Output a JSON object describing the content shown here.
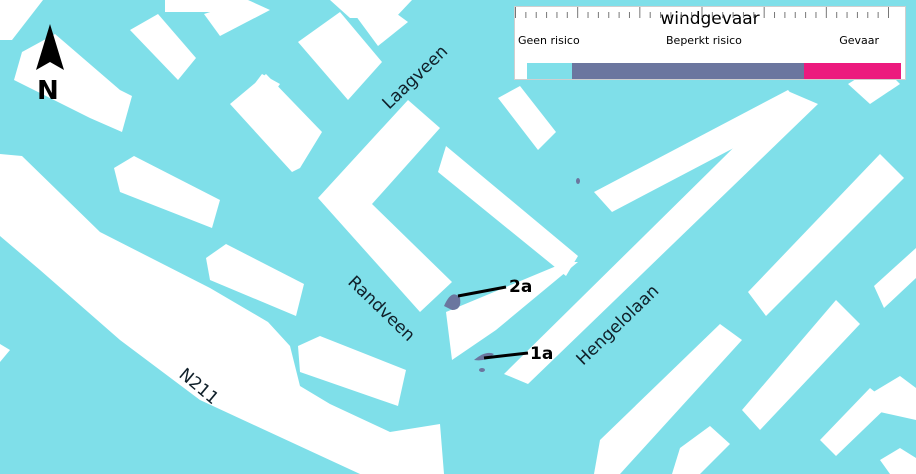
{
  "map": {
    "colors": {
      "water": "#7fdfe9",
      "building": "#ffffff",
      "risk_limited": "#6b769f",
      "marker_line": "#000000"
    },
    "streets": [
      {
        "id": "laagveen",
        "label": "Laagveen"
      },
      {
        "id": "randveen",
        "label": "Randveen"
      },
      {
        "id": "hengelolaan",
        "label": "Hengelolaan"
      },
      {
        "id": "n211",
        "label": "N211"
      }
    ],
    "markers": [
      {
        "id": "2a",
        "label": "2a"
      },
      {
        "id": "1a",
        "label": "1a"
      }
    ],
    "north_arrow": {
      "label": "N",
      "icon": "north-arrow-icon"
    }
  },
  "legend": {
    "title": "windgevaar",
    "classes": [
      {
        "label": "Geen risico",
        "color": "#7fdfe9",
        "share": 0.12
      },
      {
        "label": "Beperkt risico",
        "color": "#6b769f",
        "share": 0.62
      },
      {
        "label": "Gevaar",
        "color": "#ec1a7e",
        "share": 0.26
      }
    ]
  }
}
